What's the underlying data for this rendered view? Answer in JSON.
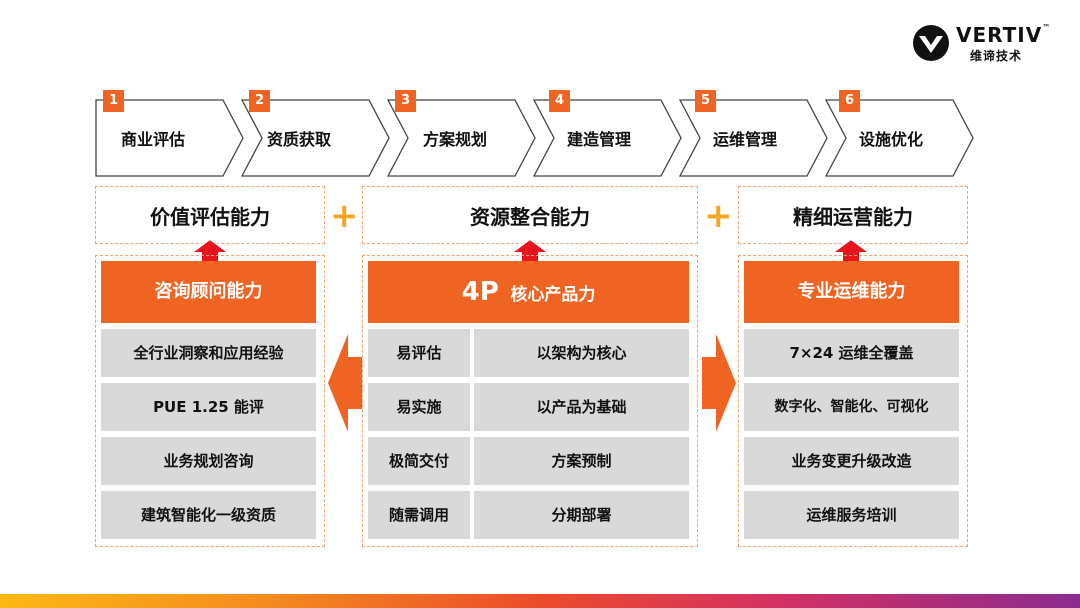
{
  "brand": {
    "name": "VERTIV",
    "tm": "™",
    "subtitle_cn": "维谛技术",
    "color": "#111111"
  },
  "accent": "#f06423",
  "steps": [
    {
      "num": "1",
      "label": "商业评估"
    },
    {
      "num": "2",
      "label": "资质获取"
    },
    {
      "num": "3",
      "label": "方案规划"
    },
    {
      "num": "4",
      "label": "建造管理"
    },
    {
      "num": "5",
      "label": "运维管理"
    },
    {
      "num": "6",
      "label": "设施优化"
    }
  ],
  "plus_symbol": "+",
  "capabilities": [
    {
      "title": "价值评估能力",
      "header": "咨询顾问能力",
      "items": [
        "全行业洞察和应用经验",
        "PUE 1.25 能评",
        "业务规划咨询",
        "建筑智能化一级资质"
      ]
    },
    {
      "title": "资源整合能力",
      "header_main": "4P",
      "header_sub": "核心产品力",
      "rows": [
        {
          "left": "易评估",
          "right": "以架构为核心"
        },
        {
          "left": "易实施",
          "right": "以产品为基础"
        },
        {
          "left": "极简交付",
          "right": "方案预制"
        },
        {
          "left": "随需调用",
          "right": "分期部署"
        }
      ]
    },
    {
      "title": "精细运营能力",
      "header": "专业运维能力",
      "items": [
        "7×24 运维全覆盖",
        "数字化、智能化、可视化",
        "业务变更升级改造",
        "运维服务培训"
      ]
    }
  ]
}
